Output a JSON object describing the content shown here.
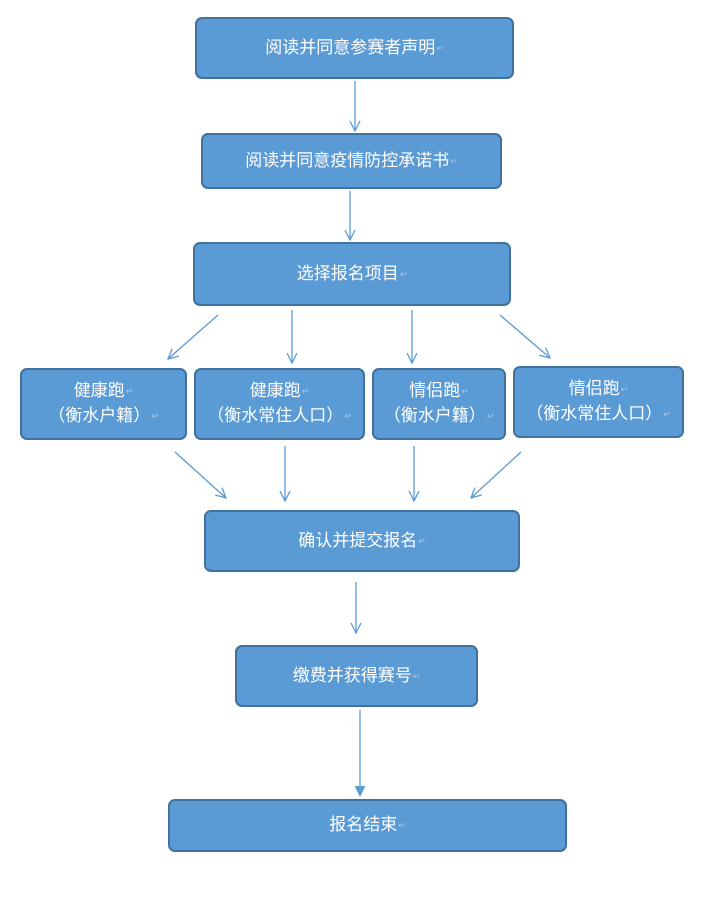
{
  "flowchart": {
    "steps": {
      "declaration": "阅读并同意参赛者声明",
      "epidemic": "阅读并同意疫情防控承诺书",
      "select": "选择报名项目",
      "confirm": "确认并提交报名",
      "pay": "缴费并获得赛号",
      "end": "报名结束"
    },
    "options": [
      {
        "title": "健康跑",
        "group": "（衡水户籍）"
      },
      {
        "title": "健康跑",
        "group": "（衡水常住人口）"
      },
      {
        "title": "情侣跑",
        "group": "（衡水户籍）"
      },
      {
        "title": "情侣跑",
        "group": "（衡水常住人口）"
      }
    ],
    "paragraph_mark": "↵"
  },
  "colors": {
    "node_fill": "#5b9bd5",
    "node_border": "#41719c",
    "node_text": "#ffffff",
    "connector": "#5b9bd5"
  }
}
